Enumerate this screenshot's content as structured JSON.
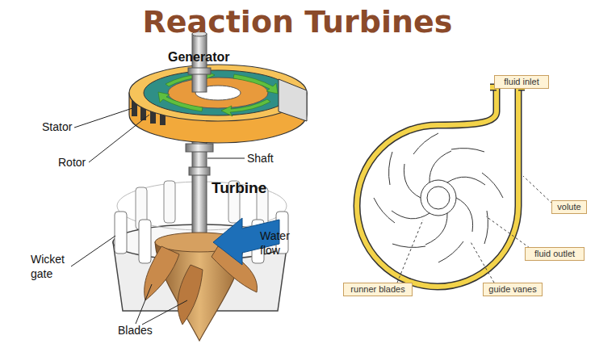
{
  "diagram": {
    "title": "Reaction Turbines",
    "nodes": [
      {
        "text": [
          "fluid inlet"
        ]
      },
      {
        "text": [
          "volute"
        ]
      },
      {
        "text": [
          "fluid outlet"
        ]
      },
      {
        "text": [
          "runner blades"
        ]
      },
      {
        "text": [
          "guide vanes"
        ]
      }
    ],
    "labels": [
      "Generator",
      "Stator",
      "Rotor",
      "Shaft",
      "Turbine",
      "Water flow",
      "Wicket gate",
      "Blades"
    ]
  }
}
